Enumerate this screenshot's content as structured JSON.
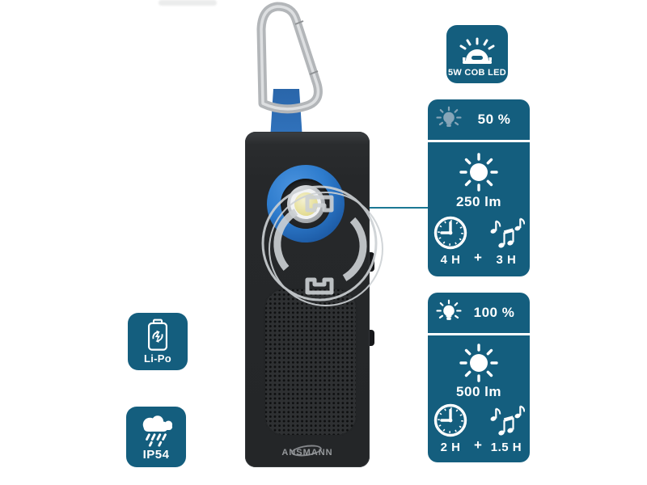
{
  "product": {
    "brand": "ANSMANN",
    "type_hint": "work light with speaker, carabiner and blue strap"
  },
  "colors": {
    "teal": "#145E7E",
    "strap_blue": "#2D6DB4",
    "ring_blue": "#2E7CCD",
    "device_body": "#26282A",
    "connector_line": "#1B7894",
    "dim_bulb": "#86A5B8",
    "watermark_gray": "#CDD1D4"
  },
  "badges": {
    "cob": {
      "label": "5W COB LED",
      "icon": "cob-led-lamp-icon"
    },
    "lipo": {
      "label": "Li-Po",
      "icon": "battery-recharge-icon"
    },
    "ip54": {
      "label": "IP54",
      "icon": "rain-cloud-icon"
    }
  },
  "panels": [
    {
      "brightness": "50 %",
      "lumens": "250 lm",
      "light_runtime": "4 H",
      "plus": "+",
      "audio_runtime": "3 H",
      "icons": [
        "light-bulb-dim",
        "sun-brightness",
        "clock",
        "music-notes"
      ]
    },
    {
      "brightness": "100 %",
      "lumens": "500 lm",
      "light_runtime": "2 H",
      "plus": "+",
      "audio_runtime": "1.5 H",
      "icons": [
        "light-bulb-bright",
        "sun-brightness",
        "clock",
        "music-notes"
      ]
    }
  ],
  "decor": {
    "carabiner": "metal-carabiner-clip",
    "watermark": "wrench-circle-watermark",
    "callout": "line from LED lens to spec panel"
  }
}
